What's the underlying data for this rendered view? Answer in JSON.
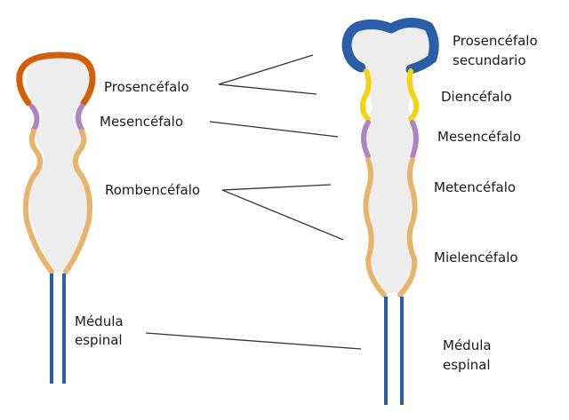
{
  "left_labels": {
    "prosencephalon": "Prosencéfalo",
    "mesencephalon": "Mesencéfalo",
    "rhombencephalon": "Rombencéfalo",
    "spinal_cord_line1": "Médula",
    "spinal_cord_line2": "espinal"
  },
  "right_labels": {
    "secondary_prosencephalon_line1": "Prosencéfalo",
    "secondary_prosencephalon_line2": "secundario",
    "diencephalon": "Diencéfalo",
    "mesencephalon": "Mesencéfalo",
    "metencephalon": "Metencéfalo",
    "myelencephalon": "Mielencéfalo",
    "spinal_cord_line1": "Médula",
    "spinal_cord_line2": "espinal"
  },
  "colors": {
    "prosencephalon": "#d35f0a",
    "secondary_prosencephalon": "#2a5ea8",
    "diencephalon": "#f2d40f",
    "mesencephalon": "#b084bf",
    "rhombencephalon": "#e8b46c",
    "spinal_cord": "#2a5ea8",
    "tube_fill": "#ededed",
    "leader_line": "#333333"
  }
}
